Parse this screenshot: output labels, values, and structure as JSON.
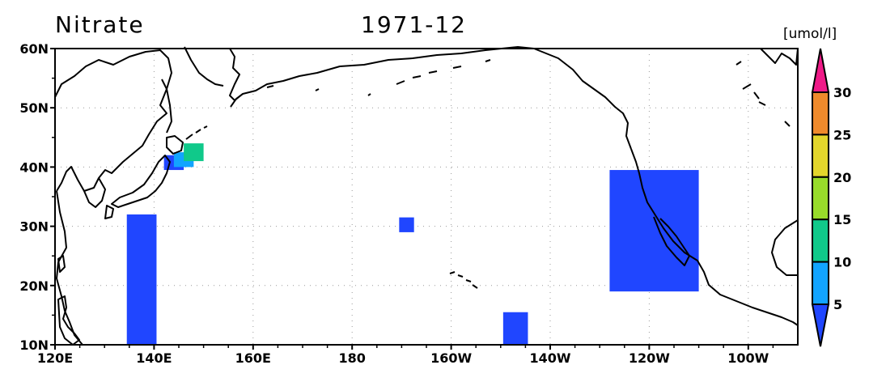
{
  "title_left": "Nitrate",
  "title_center": "1971-12",
  "unit_label": "[umol/l]",
  "chart_data": {
    "type": "heatmap",
    "variable": "Nitrate",
    "date": "1971-12",
    "units": "umol/l",
    "x_ticks": [
      "120E",
      "140E",
      "160E",
      "180",
      "160W",
      "140W",
      "120W",
      "100W"
    ],
    "x_range_deg_east": [
      120,
      270
    ],
    "y_ticks": [
      "10N",
      "20N",
      "30N",
      "40N",
      "50N",
      "60N"
    ],
    "y_range_deg_north": [
      10,
      60
    ],
    "gridlines": true,
    "colorbar": {
      "levels": [
        5,
        10,
        15,
        20,
        25,
        30
      ],
      "level_labels": [
        "5",
        "10",
        "15",
        "20",
        "25",
        "30"
      ],
      "colors": [
        "#2046ff",
        "#12a4ff",
        "#10c98a",
        "#98dc2a",
        "#e3d62c",
        "#ef8a2c",
        "#ef1a88"
      ]
    },
    "cells": [
      {
        "lon_min": 134.5,
        "lon_max": 140.5,
        "lat_min": 10,
        "lat_max": 32,
        "range": "<5"
      },
      {
        "lon_min": 142,
        "lon_max": 146,
        "lat_min": 39.5,
        "lat_max": 42,
        "range": "<5"
      },
      {
        "lon_min": 144,
        "lon_max": 148,
        "lat_min": 40,
        "lat_max": 42.5,
        "range": "5-10"
      },
      {
        "lon_min": 146,
        "lon_max": 150,
        "lat_min": 41,
        "lat_max": 44,
        "range": "10-15"
      },
      {
        "lon_min": 189.5,
        "lon_max": 192.5,
        "lat_min": 29,
        "lat_max": 31.5,
        "range": "<5"
      },
      {
        "lon_min": 210.5,
        "lon_max": 215.5,
        "lat_min": 10,
        "lat_max": 15.5,
        "range": "<5"
      },
      {
        "lon_min": 232,
        "lon_max": 250,
        "lat_min": 19,
        "lat_max": 39.5,
        "range": "<5"
      }
    ]
  }
}
